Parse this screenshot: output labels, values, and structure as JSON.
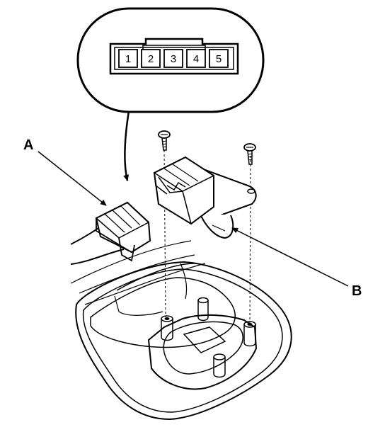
{
  "connector_view": {
    "pins": [
      "1",
      "2",
      "3",
      "4",
      "5"
    ]
  },
  "callouts": {
    "a": "A",
    "b": "B"
  }
}
